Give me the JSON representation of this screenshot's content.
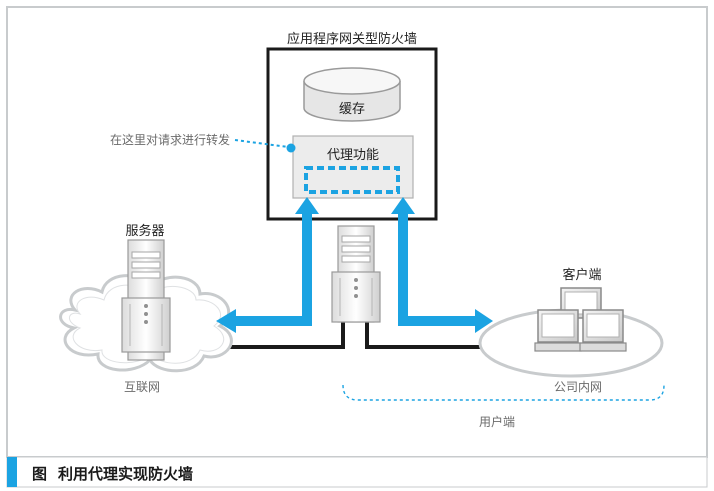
{
  "diagram": {
    "firewall_title": "应用程序网关型防火墙",
    "cache_label": "缓存",
    "proxy_label": "代理功能",
    "annotation": "在这里对请求进行转发",
    "server_label": "服务器",
    "internet_label": "互联网",
    "clients_label": "客户端",
    "intranet_label": "公司内网",
    "user_side_label": "用户端"
  },
  "caption": {
    "prefix": "图",
    "text": "利用代理实现防火墙"
  },
  "colors": {
    "arrow_blue": "#1ba3e2",
    "frame_gray": "#c8cbcd",
    "text_dark": "#222222",
    "text_muted": "#6b6b6b"
  }
}
